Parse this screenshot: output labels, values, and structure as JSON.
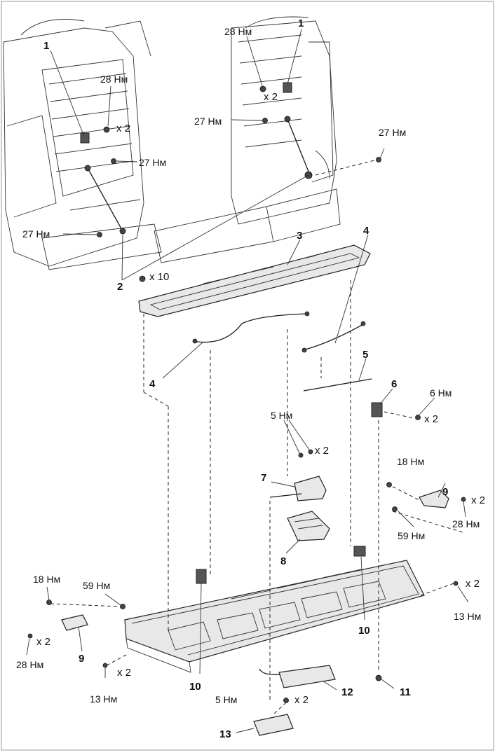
{
  "callouts": [
    {
      "id": "c1a",
      "text": "1"
    },
    {
      "id": "c1b",
      "text": "1"
    },
    {
      "id": "c2",
      "text": "2"
    },
    {
      "id": "c3",
      "text": "3"
    },
    {
      "id": "c4a",
      "text": "4"
    },
    {
      "id": "c4b",
      "text": "4"
    },
    {
      "id": "c5",
      "text": "5"
    },
    {
      "id": "c6",
      "text": "6"
    },
    {
      "id": "c7",
      "text": "7"
    },
    {
      "id": "c8",
      "text": "8"
    },
    {
      "id": "c9a",
      "text": "9"
    },
    {
      "id": "c9b",
      "text": "9"
    },
    {
      "id": "c10a",
      "text": "10"
    },
    {
      "id": "c10b",
      "text": "10"
    },
    {
      "id": "c11",
      "text": "11"
    },
    {
      "id": "c12",
      "text": "12"
    },
    {
      "id": "c13",
      "text": "13"
    }
  ],
  "torques": [
    {
      "id": "t28a",
      "text": "28 Нм"
    },
    {
      "id": "t28b",
      "text": "28 Нм"
    },
    {
      "id": "t27a",
      "text": "27 Нм"
    },
    {
      "id": "t27b",
      "text": "27 Нм"
    },
    {
      "id": "t27c",
      "text": "27 Нм"
    },
    {
      "id": "t27d",
      "text": "27 Нм"
    },
    {
      "id": "t6",
      "text": "6 Нм"
    },
    {
      "id": "t5a",
      "text": "5 Нм"
    },
    {
      "id": "t18a",
      "text": "18 Нм"
    },
    {
      "id": "t59a",
      "text": "59 Нм"
    },
    {
      "id": "t28c",
      "text": "28 Нм"
    },
    {
      "id": "t18b",
      "text": "18 Нм"
    },
    {
      "id": "t59b",
      "text": "59 Нм"
    },
    {
      "id": "t28d",
      "text": "28 Нм"
    },
    {
      "id": "t13a",
      "text": "13 Нм"
    },
    {
      "id": "t13b",
      "text": "13 Нм"
    },
    {
      "id": "t5b",
      "text": "5 Нм"
    }
  ],
  "multipliers": [
    {
      "id": "m1",
      "text": "x 2"
    },
    {
      "id": "m2",
      "text": "x 2"
    },
    {
      "id": "m3",
      "text": "x 10"
    },
    {
      "id": "m4",
      "text": "x 2"
    },
    {
      "id": "m5",
      "text": "x 2"
    },
    {
      "id": "m6",
      "text": "x 2"
    },
    {
      "id": "m7",
      "text": "x 2"
    },
    {
      "id": "m8",
      "text": "x 2"
    },
    {
      "id": "m9",
      "text": "x 2"
    },
    {
      "id": "m10",
      "text": "x 2"
    }
  ]
}
